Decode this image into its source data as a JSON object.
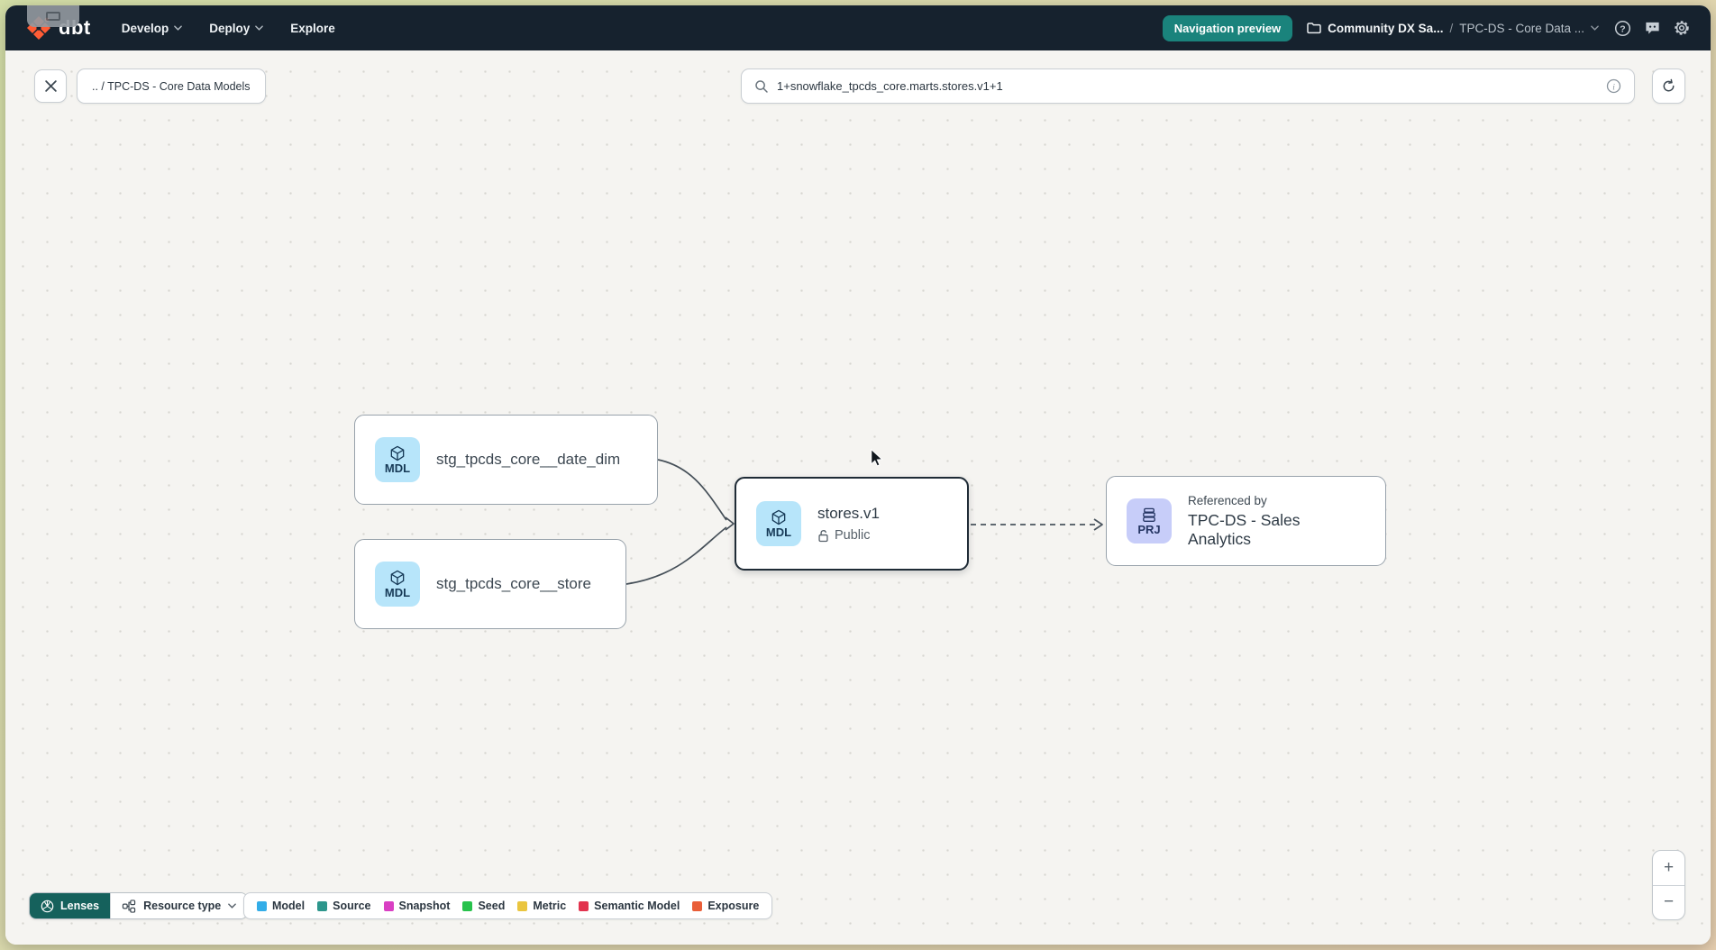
{
  "navbar": {
    "logo": "dbt",
    "menu": [
      {
        "label": "Develop"
      },
      {
        "label": "Deploy"
      },
      {
        "label": "Explore"
      }
    ],
    "badge": "Navigation preview",
    "breadcrumb": {
      "project": "Community DX Sa...",
      "separator": "/",
      "section": "TPC-DS - Core Data ..."
    }
  },
  "toolbar": {
    "chip": ".. / TPC-DS - Core Data Models",
    "search_value": "1+snowflake_tpcds_core.marts.stores.v1+1"
  },
  "graph": {
    "nodes": {
      "date_dim": {
        "badge": "MDL",
        "label": "stg_tpcds_core__date_dim"
      },
      "store": {
        "badge": "MDL",
        "label": "stg_tpcds_core__store"
      },
      "stores_v1": {
        "badge": "MDL",
        "label": "stores.v1",
        "access": "Public"
      },
      "sales_analytics": {
        "badge": "PRJ",
        "kicker": "Referenced by",
        "label": "TPC-DS - Sales Analytics"
      }
    }
  },
  "footer": {
    "lenses": "Lenses",
    "resource_type": "Resource type",
    "legend": [
      {
        "label": "Model",
        "color": "#33ade8"
      },
      {
        "label": "Source",
        "color": "#2d968c"
      },
      {
        "label": "Snapshot",
        "color": "#d93fc3"
      },
      {
        "label": "Seed",
        "color": "#27c24c"
      },
      {
        "label": "Metric",
        "color": "#eac53f"
      },
      {
        "label": "Semantic Model",
        "color": "#e2334e"
      },
      {
        "label": "Exposure",
        "color": "#e95e38"
      }
    ]
  },
  "zoom": {
    "in": "+",
    "out": "−"
  },
  "colors": {
    "accent_teal": "#1a837c",
    "navbar_bg": "#16222e",
    "selected_border": "#1f2b36",
    "model_tile": "#b7e5fa",
    "project_tile": "#c7cdf9"
  }
}
